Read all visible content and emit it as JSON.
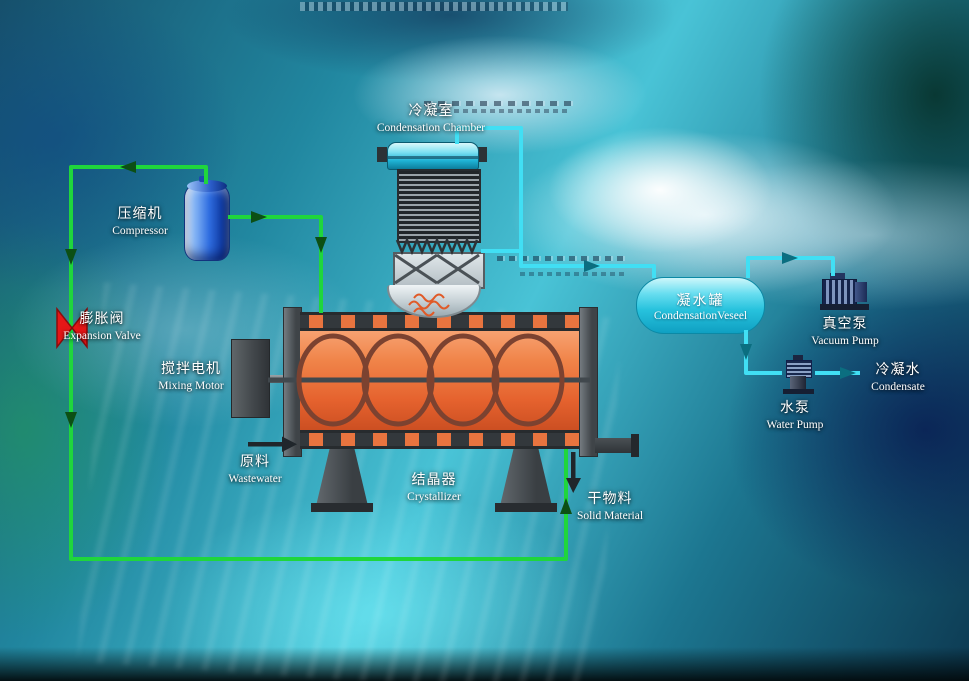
{
  "labels": {
    "condensation_chamber": {
      "zh": "冷凝室",
      "en": "Condensation Chamber"
    },
    "compressor": {
      "zh": "压缩机",
      "en": "Compressor"
    },
    "expansion_valve": {
      "zh": "膨胀阀",
      "en": "Expansion Valve"
    },
    "mixing_motor": {
      "zh": "搅拌电机",
      "en": "Mixing Motor"
    },
    "wastewater": {
      "zh": "原料",
      "en": "Wastewater"
    },
    "crystallizer": {
      "zh": "结晶器",
      "en": "Crystallizer"
    },
    "solid_material": {
      "zh": "干物料",
      "en": "Solid Material"
    },
    "condensation_vessel": {
      "zh": "凝水罐",
      "en": "CondensationVeseel"
    },
    "vacuum_pump": {
      "zh": "真空泵",
      "en": "Vacuum Pump"
    },
    "water_pump": {
      "zh": "水泵",
      "en": "Water Pump"
    },
    "condensate": {
      "zh": "冷凝水",
      "en": "Condensate"
    }
  },
  "colors": {
    "refrigerant_pipe_green": "#1fd63c",
    "vapor_pipe_cyan": "#41dff4",
    "crystallizer_orange": "#e8743f",
    "vessel_cyan": "#27c2dd",
    "compressor_blue": "#2f6de0",
    "expansion_valve_red": "#e61717"
  }
}
